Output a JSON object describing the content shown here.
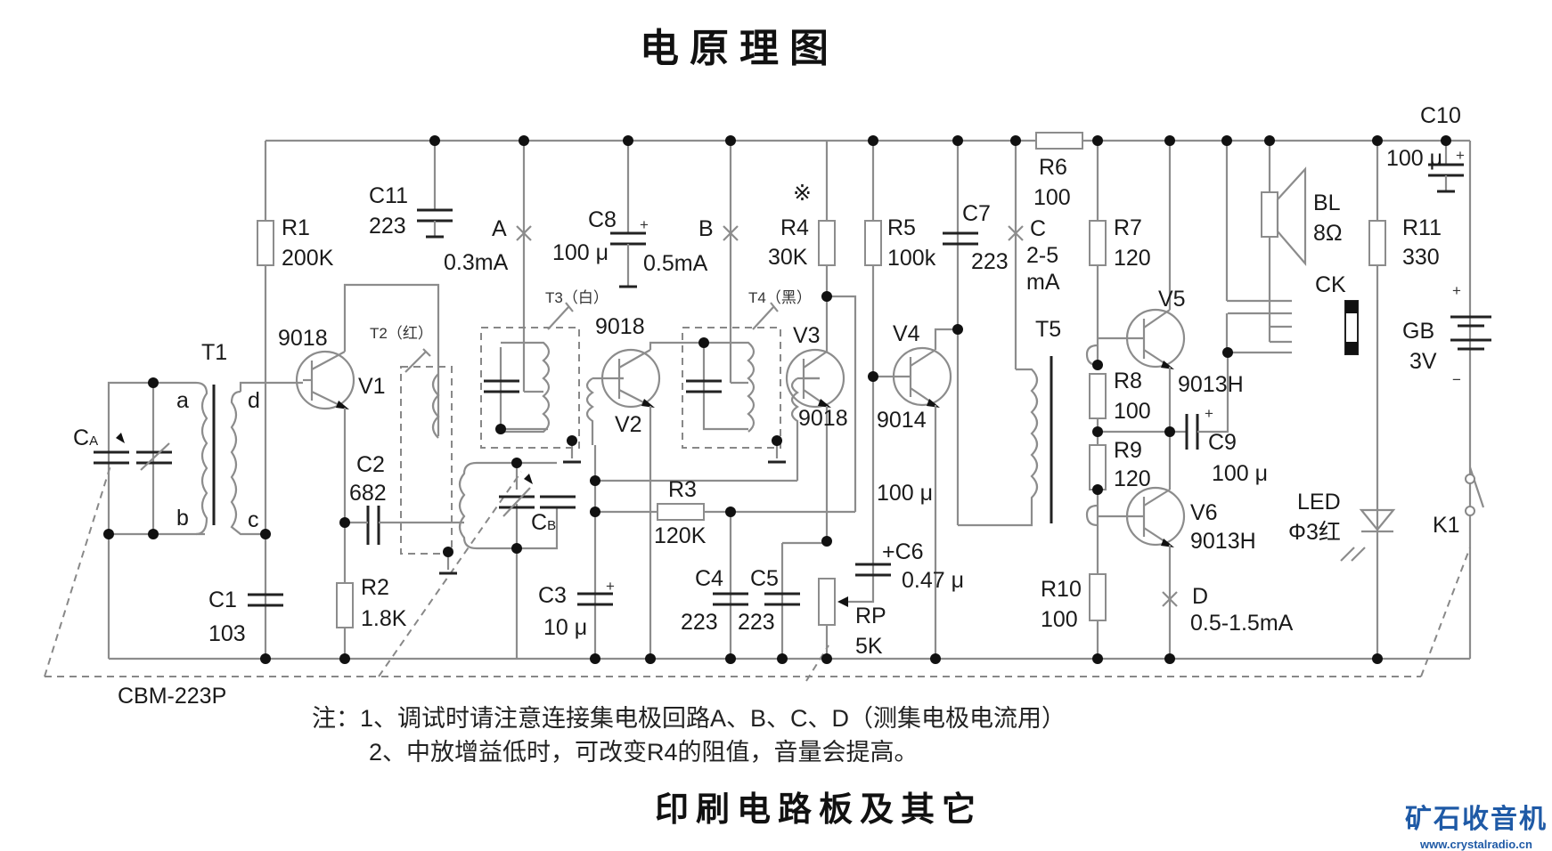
{
  "title": "电原理图",
  "subtitle": "印刷电路板及其它",
  "logo": {
    "name": "矿石收音机",
    "url": "www.crystalradio.cn"
  },
  "notes": [
    "注：1、调试时请注意连接集电极回路A、B、C、D（测集电极电流用）",
    "2、中放增益低时，可改变R4的阻值，音量会提高。"
  ],
  "components": {
    "R1": {
      "ref": "R1",
      "value": "200K"
    },
    "R2": {
      "ref": "R2",
      "value": "1.8K"
    },
    "R3": {
      "ref": "R3",
      "value": "120K"
    },
    "R4": {
      "ref": "R4",
      "value": "30K",
      "mark": "※"
    },
    "R5": {
      "ref": "R5",
      "value": "100k"
    },
    "R6": {
      "ref": "R6",
      "value": "100"
    },
    "R7": {
      "ref": "R7",
      "value": "120"
    },
    "R8": {
      "ref": "R8",
      "value": "100"
    },
    "R9": {
      "ref": "R9",
      "value": "120"
    },
    "R10": {
      "ref": "R10",
      "value": "100"
    },
    "R11": {
      "ref": "R11",
      "value": "330"
    },
    "C1": {
      "ref": "C1",
      "value": "103"
    },
    "C2": {
      "ref": "C2",
      "value": "682"
    },
    "C3": {
      "ref": "C3",
      "value": "10 μ"
    },
    "C4": {
      "ref": "C4",
      "value": "223"
    },
    "C5": {
      "ref": "C5",
      "value": "223"
    },
    "C6": {
      "ref": "+C6",
      "value": "0.47 μ"
    },
    "C7": {
      "ref": "C7",
      "value": "223"
    },
    "C8": {
      "ref": "C8",
      "value": "100 μ"
    },
    "C9": {
      "ref": "C9",
      "value": "100 μ"
    },
    "C10": {
      "ref": "C10",
      "value": "100 μ"
    },
    "C11": {
      "ref": "C11",
      "value": "223"
    },
    "C_extra": {
      "value": "100 μ"
    },
    "CA": {
      "ref": "C",
      "sub": "A"
    },
    "CB": {
      "ref": "C",
      "sub": "B"
    },
    "T1": {
      "ref": "T1",
      "taps": [
        "a",
        "b",
        "c",
        "d"
      ]
    },
    "T2": {
      "ref": "T2（红）"
    },
    "T3": {
      "ref": "T3（白）"
    },
    "T4": {
      "ref": "T4（黑）"
    },
    "T5": {
      "ref": "T5"
    },
    "V1": {
      "ref": "V1",
      "type": "9018"
    },
    "V2": {
      "ref": "V2",
      "type": "9018"
    },
    "V3": {
      "ref": "V3",
      "type": "9018"
    },
    "V4": {
      "ref": "V4",
      "type": "9014"
    },
    "V5": {
      "ref": "V5",
      "type": "9013H"
    },
    "V6": {
      "ref": "V6",
      "type": "9013H"
    },
    "RP": {
      "ref": "RP",
      "value": "5K"
    },
    "BL": {
      "ref": "BL",
      "value": "8Ω"
    },
    "CK": {
      "ref": "CK"
    },
    "GB": {
      "ref": "GB",
      "value": "3V",
      "plus": "+",
      "minus": "−"
    },
    "LED": {
      "ref": "LED",
      "value": "Φ3红"
    },
    "K1": {
      "ref": "K1"
    },
    "CBM": {
      "ref": "CBM-223P"
    }
  },
  "test_points": {
    "A": {
      "label": "A",
      "current": "0.3mA"
    },
    "B": {
      "label": "B",
      "current": "0.5mA"
    },
    "C": {
      "label": "C",
      "current_line1": "2-5",
      "current_line2": "mA"
    },
    "D": {
      "label": "D",
      "current": "0.5-1.5mA"
    }
  },
  "colors": {
    "wire": "#8c8c8c",
    "logo": "#1f5aa6"
  }
}
